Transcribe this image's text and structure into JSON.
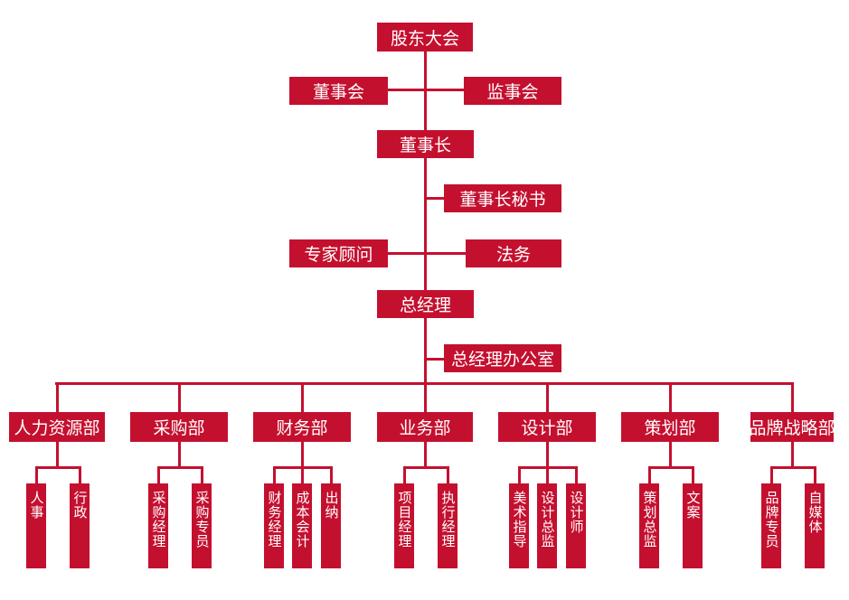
{
  "chart": {
    "top": [
      "股东大会"
    ],
    "boards": [
      "董事会",
      "监事会"
    ],
    "chairman": "董事长",
    "chairman_secretary": "董事长秘书",
    "advisors": [
      "专家顾问",
      "法务"
    ],
    "general_manager": "总经理",
    "gm_office": "总经理办公室",
    "departments": [
      {
        "name": "人力资源部",
        "subs": [
          "人事",
          "行政"
        ]
      },
      {
        "name": "采购部",
        "subs": [
          "采购经理",
          "采购专员"
        ]
      },
      {
        "name": "财务部",
        "subs": [
          "财务经理",
          "成本会计",
          "出纳"
        ]
      },
      {
        "name": "业务部",
        "subs": [
          "项目经理",
          "执行经理"
        ]
      },
      {
        "name": "设计部",
        "subs": [
          "美术指导",
          "设计总监",
          "设计师"
        ]
      },
      {
        "name": "策划部",
        "subs": [
          "策划总监",
          "文案"
        ]
      },
      {
        "name": "品牌战略部",
        "subs": [
          "品牌专员",
          "自媒体"
        ]
      }
    ]
  },
  "colors": {
    "accent": "#c4102f",
    "text": "#ffffff"
  }
}
